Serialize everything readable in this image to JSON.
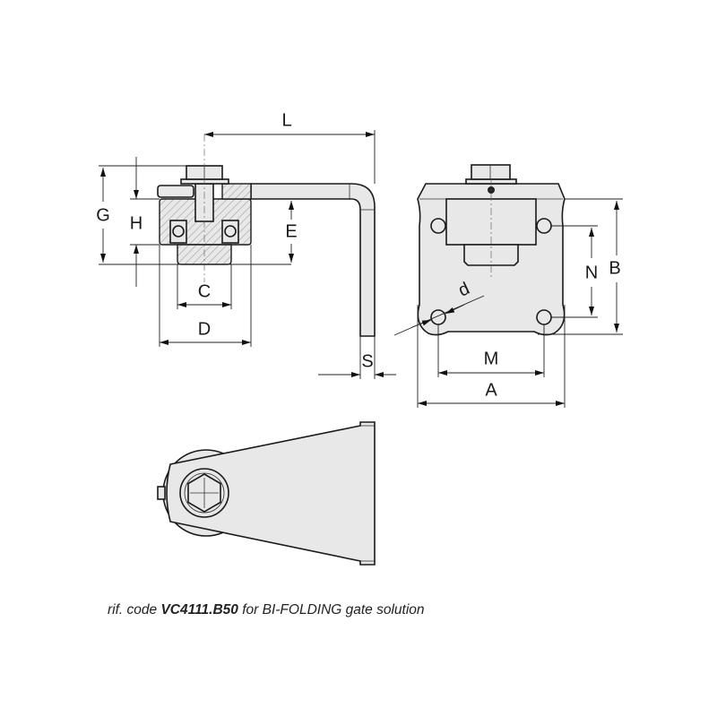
{
  "dimensions": {
    "L": "L",
    "G": "G",
    "H": "H",
    "E": "E",
    "C": "C",
    "D": "D",
    "S": "S",
    "B": "B",
    "N": "N",
    "M": "M",
    "A": "A",
    "d": "d"
  },
  "caption": {
    "prefix": "rif. code ",
    "code": "VC4111.B50",
    "suffix": " for BI-FOLDING gate solution"
  },
  "colors": {
    "part_fill": "#e8e8e8",
    "line": "#1a1a1a"
  }
}
